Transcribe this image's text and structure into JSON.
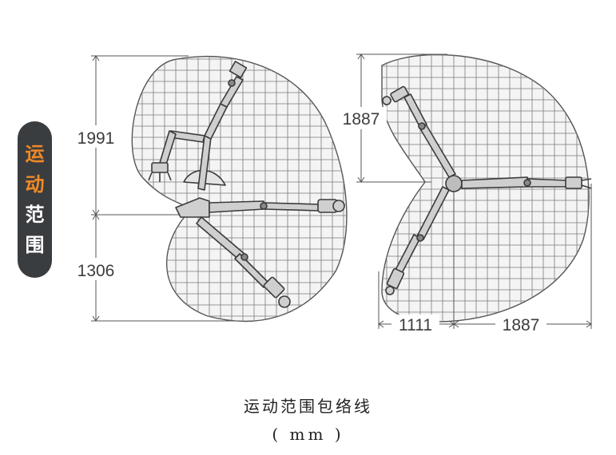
{
  "badge": {
    "chars": [
      "运",
      "动",
      "范",
      "围"
    ],
    "accent_color": "#f08a24",
    "text_color": "#ffffff"
  },
  "left_view": {
    "dim_upper": "1991",
    "dim_lower": "1306"
  },
  "right_view": {
    "dim_height": "1887",
    "dim_left": "1111",
    "dim_right": "1887"
  },
  "caption": {
    "title": "运动范围包络线",
    "unit": "( mm )"
  },
  "colors": {
    "line": "#555555",
    "grid": "#7a7a7a",
    "envelope_fill": "#f4f4f4"
  }
}
